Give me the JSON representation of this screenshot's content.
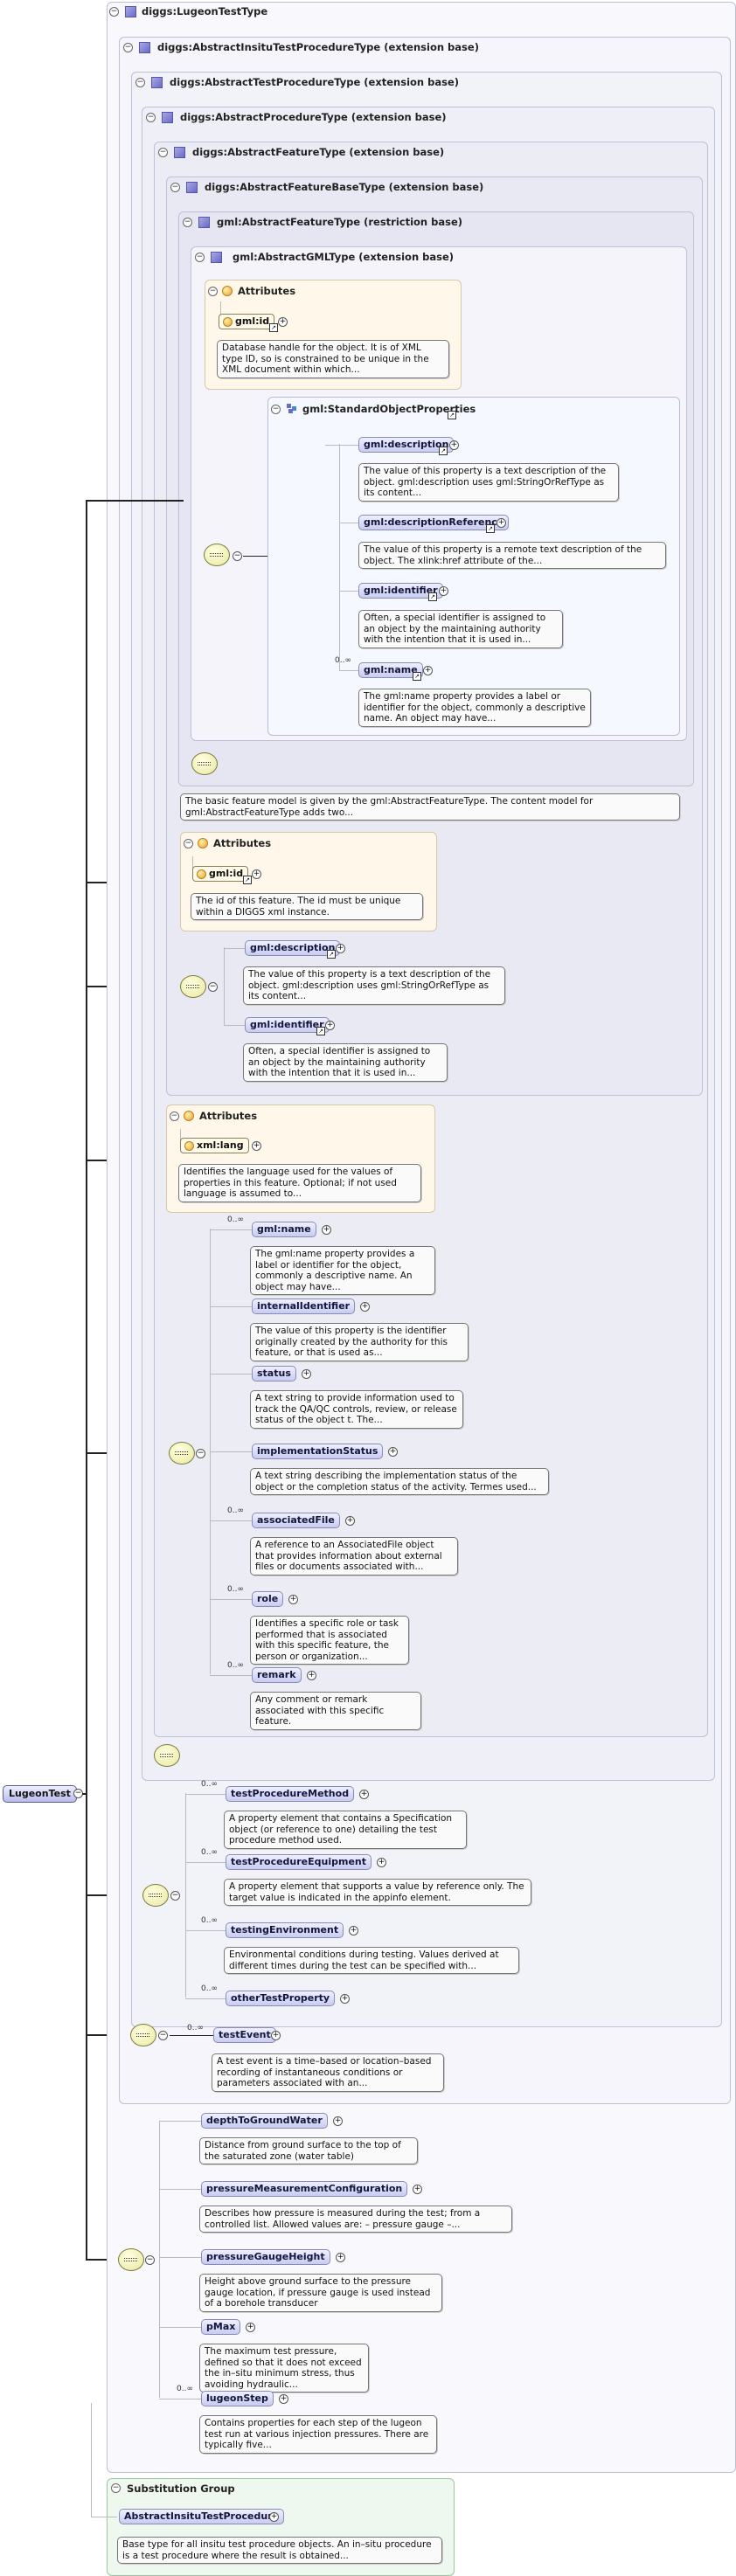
{
  "root": {
    "name": "LugeonTest"
  },
  "type_boxes": {
    "lugeon": "diggs:LugeonTestType",
    "insitu": "diggs:AbstractInsituTestProcedureType (extension base)",
    "test": "diggs:AbstractTestProcedureType (extension base)",
    "procedure": "diggs:AbstractProcedureType (extension base)",
    "feature": "diggs:AbstractFeatureType (extension base)",
    "featurebase": "diggs:AbstractFeatureBaseType (extension base)",
    "gmlfeature": "gml:AbstractFeatureType (restriction base)",
    "gmlgml": "gml:AbstractGMLType (extension base)"
  },
  "attributes_label": "Attributes",
  "gml_attrs": {
    "id_name": "gml:id",
    "id_doc": "Database handle for the object. It is of XML type ID, so is constrained to be unique in the XML document within which..."
  },
  "std_props": {
    "title": "gml:StandardObjectProperties",
    "items": [
      {
        "name": "gml:description",
        "doc": "The value of this property is a text description of the object. gml:description uses gml:StringOrRefType as its content..."
      },
      {
        "name": "gml:descriptionReference",
        "doc": "The value of this property is a remote text description of the object. The xlink:href attribute of the..."
      },
      {
        "name": "gml:identifier",
        "doc": "Often, a special identifier is assigned to an object by the maintaining authority with the intention that it is used in..."
      },
      {
        "name": "gml:name",
        "doc": "The gml:name property provides a label or identifier for the object, commonly a descriptive name. An object may have...",
        "card": "0..∞"
      }
    ]
  },
  "gmlfeature_doc": "The basic feature model is given by the gml:AbstractFeatureType. The content model for gml:AbstractFeatureType adds two...",
  "fb_attrs": {
    "id_name": "gml:id",
    "id_doc": "The id of this feature. The id must be unique within a DIGGS xml instance."
  },
  "fb_elements": [
    {
      "name": "gml:description",
      "doc": "The value of this property is a text description of the object. gml:description uses gml:StringOrRefType as its content..."
    },
    {
      "name": "gml:identifier",
      "doc": "Often, a special identifier is assigned to an object by the maintaining authority with the intention that it is used in..."
    }
  ],
  "feat_attrs": {
    "lang_name": "xml:lang",
    "lang_doc": "Identifies the language used for the values of properties in this feature. Optional; if not used language is assumed to..."
  },
  "feat_elements": [
    {
      "name": "gml:name",
      "card": "0..∞",
      "doc": "The gml:name property provides a label or identifier for the object, commonly a descriptive name. An object may have..."
    },
    {
      "name": "internalIdentifier",
      "card": "",
      "doc": "The value of this property is the identifier originally created by the authority for this feature, or that is used as..."
    },
    {
      "name": "status",
      "card": "",
      "doc": "A text string to provide information used to track the QA/QC controls, review, or release status of the object t. The..."
    },
    {
      "name": "implementationStatus",
      "card": "",
      "doc": "A text string describing the implementation status of the object or the completion status of the activity. Termes used..."
    },
    {
      "name": "associatedFile",
      "card": "0..∞",
      "doc": "A reference to an AssociatedFile object that provides information about external files or documents associated with..."
    },
    {
      "name": "role",
      "card": "0..∞",
      "doc": "Identifies a specific role or task performed that is associated with this specific feature, the person or organization..."
    },
    {
      "name": "remark",
      "card": "0..∞",
      "doc": "Any comment or remark associated with this specific feature."
    }
  ],
  "test_elements": [
    {
      "name": "testProcedureMethod",
      "card": "0..∞",
      "doc": "A property element that contains a Specification object (or reference to one) detailing the test procedure method used."
    },
    {
      "name": "testProcedureEquipment",
      "card": "0..∞",
      "doc": "A property element that supports a value by reference only. The target value is indicated in the appinfo element."
    },
    {
      "name": "testingEnvironment",
      "card": "0..∞",
      "doc": "Environmental conditions during testing. Values derived at different times during the test can be specified with..."
    },
    {
      "name": "otherTestProperty",
      "card": "0..∞",
      "doc": ""
    }
  ],
  "insitu_element": {
    "name": "testEvent",
    "card": "0..∞",
    "doc": "A test event is a time–based or location–based recording of instantaneous conditions or parameters associated with an..."
  },
  "lugeon_elements": [
    {
      "name": "depthToGroundWater",
      "card": "",
      "doc": "Distance from ground surface to the top of the saturated zone (water table)"
    },
    {
      "name": "pressureMeasurementConfiguration",
      "card": "",
      "doc": "Describes how pressure is measured during the test; from a controlled list. Allowed values are: – pressure gauge –..."
    },
    {
      "name": "pressureGaugeHeight",
      "card": "",
      "doc": "Height above ground surface to the pressure gauge location, if pressure gauge is used instead of a borehole transducer"
    },
    {
      "name": "pMax",
      "card": "",
      "doc": "The maximum test pressure, defined so that it does not exceed the in–situ minimum stress, thus avoiding hydraulic..."
    },
    {
      "name": "lugeonStep",
      "card": "0..∞",
      "doc": "Contains properties for each step of the lugeon test run at various injection pressures. There are typically five..."
    }
  ],
  "substitution": {
    "title": "Substitution Group",
    "name": "AbstractInsituTestProcedure",
    "doc": "Base type for all insitu test procedure objects. An in–situ procedure is a test procedure where the result is obtained..."
  }
}
